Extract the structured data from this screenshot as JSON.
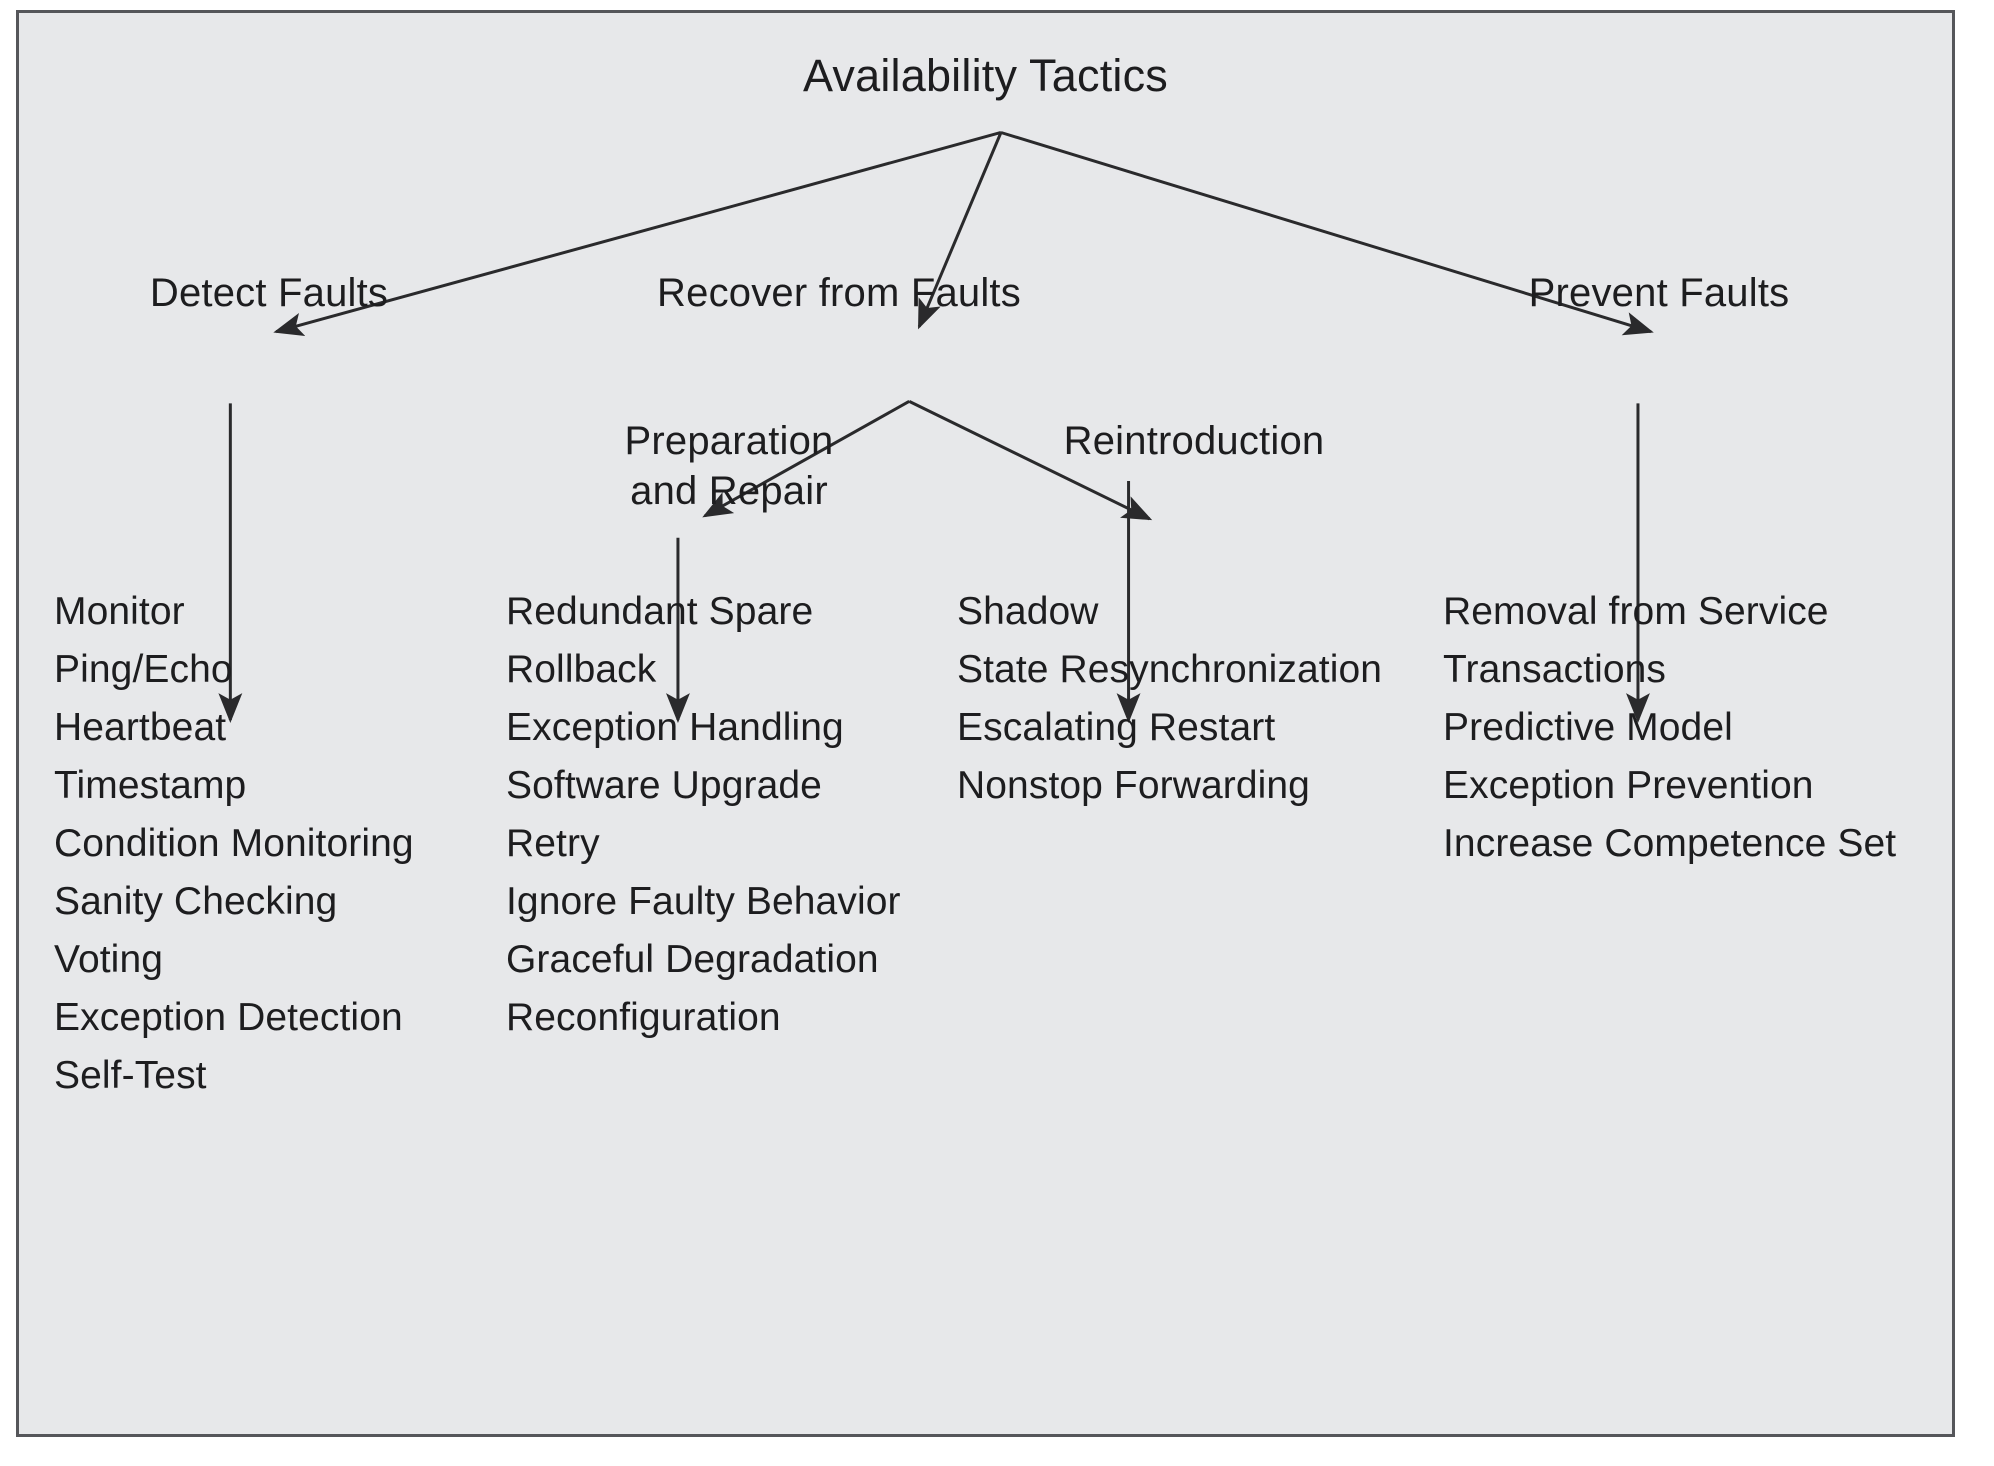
{
  "figure": {
    "background_color": "#e7e8ea",
    "border_color": "#55565a",
    "text_color": "#1d1d1f"
  },
  "root": {
    "label": "Availability Tactics"
  },
  "level2": {
    "detect": "Detect Faults",
    "recover": "Recover from Faults",
    "prevent": "Prevent Faults"
  },
  "level3": {
    "preparation_line1": "Preparation",
    "preparation_line2": "and Repair",
    "reintroduction": "Reintroduction"
  },
  "columns": {
    "detect_faults": [
      "Monitor",
      "Ping/Echo",
      "Heartbeat",
      "Timestamp",
      "Condition Monitoring",
      "Sanity Checking",
      "Voting",
      "Exception Detection",
      "Self-Test"
    ],
    "preparation_and_repair": [
      "Redundant Spare",
      "Rollback",
      "Exception Handling",
      "Software Upgrade",
      "Retry",
      "Ignore Faulty Behavior",
      "Graceful Degradation",
      "Reconfiguration"
    ],
    "reintroduction": [
      "Shadow",
      "State Resynchronization",
      "Escalating Restart",
      "Nonstop Forwarding"
    ],
    "prevent_faults": [
      "Removal from Service",
      "Transactions",
      "Predictive Model",
      "Exception Prevention",
      "Increase Competence Set"
    ]
  },
  "chart_data": {
    "type": "table",
    "title": "Availability Tactics",
    "tree": {
      "Availability Tactics": {
        "Detect Faults": [
          "Monitor",
          "Ping/Echo",
          "Heartbeat",
          "Timestamp",
          "Condition Monitoring",
          "Sanity Checking",
          "Voting",
          "Exception Detection",
          "Self-Test"
        ],
        "Recover from Faults": {
          "Preparation and Repair": [
            "Redundant Spare",
            "Rollback",
            "Exception Handling",
            "Software Upgrade",
            "Retry",
            "Ignore Faulty Behavior",
            "Graceful Degradation",
            "Reconfiguration"
          ],
          "Reintroduction": [
            "Shadow",
            "State Resynchronization",
            "Escalating Restart",
            "Nonstop Forwarding"
          ]
        },
        "Prevent Faults": [
          "Removal from Service",
          "Transactions",
          "Predictive Model",
          "Exception Prevention",
          "Increase Competence Set"
        ]
      }
    }
  }
}
